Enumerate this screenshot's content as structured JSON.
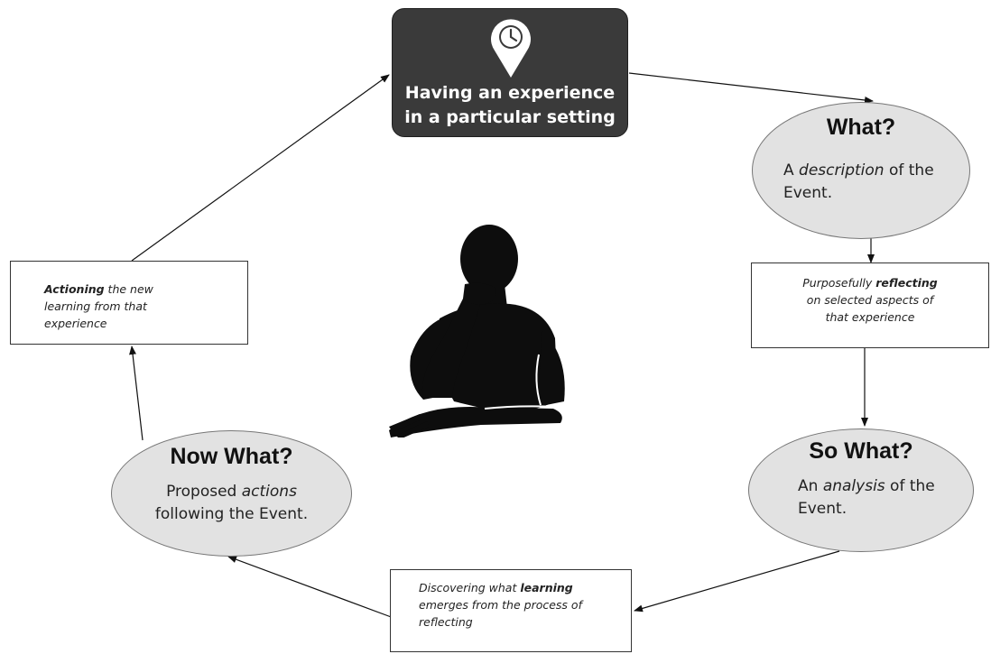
{
  "experience": {
    "icon": "map-pin-clock-icon",
    "line1": "Having an experience",
    "line2": "in a particular  setting"
  },
  "what": {
    "heading": "What?",
    "pre": "A ",
    "em": "description",
    "post": " of the",
    "line2": "Event."
  },
  "reflecting": {
    "pre": "Purposefully ",
    "bold": "reflecting",
    "line2": "on selected aspects of",
    "line3": "that experience"
  },
  "so_what": {
    "heading": "So What?",
    "pre": "An ",
    "em": "analysis",
    "post": " of the",
    "line2": "Event."
  },
  "learning": {
    "pre": "Discovering what ",
    "bold": "learning",
    "line2": "emerges from the process of",
    "line3": "reflecting"
  },
  "now_what": {
    "heading": "Now What?",
    "pre": "Proposed ",
    "em": "actions",
    "line2": "following the Event."
  },
  "actioning": {
    "bold": "Actioning",
    "post": " the new",
    "line2": "learning from that",
    "line3": "experience"
  },
  "figure": {
    "icon": "thinking-person-silhouette-icon"
  },
  "colors": {
    "dark_box": "#3a3a3a",
    "ellipse_fill": "#e2e2e2",
    "line": "#111111"
  }
}
